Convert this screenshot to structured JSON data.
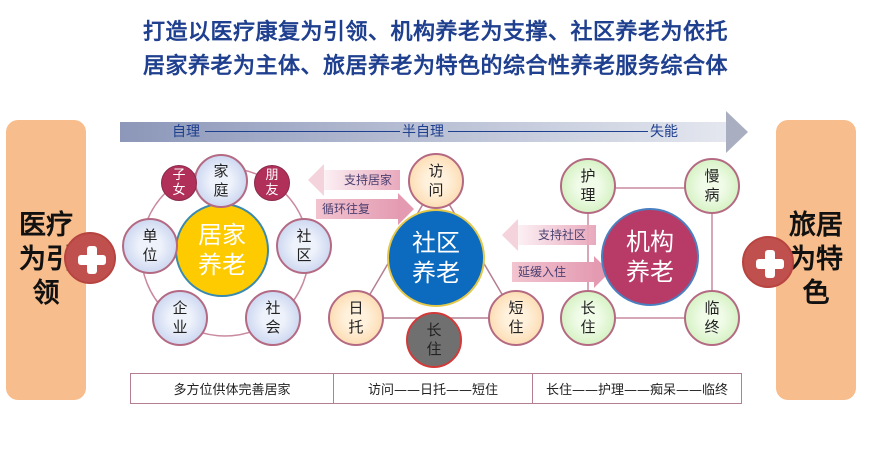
{
  "title": {
    "line1": "打造以医疗康复为引领、机构养老为支撑、社区养老为依托",
    "line2": "居家养老为主体、旅居养老为特色的综合性养老服务综合体"
  },
  "left_panel": {
    "label": "医疗为引领"
  },
  "right_panel": {
    "label": "旅居为特色"
  },
  "progress_bar": {
    "start": "自理",
    "middle": "半自理",
    "end": "失能"
  },
  "home_care": {
    "center": "居家养老",
    "nodes": [
      "家庭",
      "子女",
      "朋友",
      "单位",
      "社区",
      "企业",
      "社会"
    ]
  },
  "community_care": {
    "center": "社区养老",
    "nodes": [
      "访问",
      "日托",
      "短住",
      "长住"
    ]
  },
  "institution_care": {
    "center": "机构养老",
    "nodes": [
      "护理",
      "慢病",
      "长住",
      "临终"
    ]
  },
  "arrows": {
    "support_home": "支持居家",
    "cycle": "循环往复",
    "support_community": "支持社区",
    "delay_admission": "延缓入住"
  },
  "table": {
    "cells": [
      "多方位供体完善居家",
      "访问——日托——短住",
      "长住——护理——痴呆——临终"
    ]
  },
  "colors": {
    "title": "#1f3f8f",
    "side": "#f8bd8c",
    "plus": "#c0504d",
    "home": "#fecb00",
    "community": "#0d6bbf",
    "institution": "#b83a66",
    "long_stay": "#707070"
  }
}
